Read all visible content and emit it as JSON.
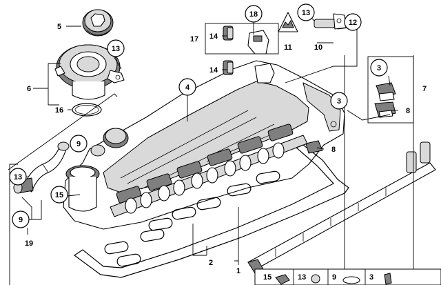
{
  "diagram": {
    "callouts": [
      {
        "id": "c5",
        "text": "5"
      },
      {
        "id": "c13a",
        "text": "13"
      },
      {
        "id": "c6",
        "text": "6"
      },
      {
        "id": "c16",
        "text": "16"
      },
      {
        "id": "c9a",
        "text": "9"
      },
      {
        "id": "c13b",
        "text": "13"
      },
      {
        "id": "c15",
        "text": "15"
      },
      {
        "id": "c9b",
        "text": "9"
      },
      {
        "id": "c19",
        "text": "19"
      },
      {
        "id": "c4",
        "text": "4"
      },
      {
        "id": "c14a",
        "text": "14"
      },
      {
        "id": "c17",
        "text": "17"
      },
      {
        "id": "c18",
        "text": "18"
      },
      {
        "id": "c14b",
        "text": "14"
      },
      {
        "id": "c11",
        "text": "11"
      },
      {
        "id": "c13c",
        "text": "13"
      },
      {
        "id": "c12",
        "text": "12"
      },
      {
        "id": "c10",
        "text": "10"
      },
      {
        "id": "c3a",
        "text": "3"
      },
      {
        "id": "c3b",
        "text": "3"
      },
      {
        "id": "c7",
        "text": "7"
      },
      {
        "id": "c8a",
        "text": "8"
      },
      {
        "id": "c8b",
        "text": "8"
      },
      {
        "id": "c1",
        "text": "1"
      },
      {
        "id": "c2",
        "text": "2"
      }
    ],
    "legend_strip": [
      {
        "id": "l15",
        "text": "15"
      },
      {
        "id": "l13",
        "text": "13"
      },
      {
        "id": "l9",
        "text": "9"
      },
      {
        "id": "l3",
        "text": "3"
      }
    ]
  }
}
